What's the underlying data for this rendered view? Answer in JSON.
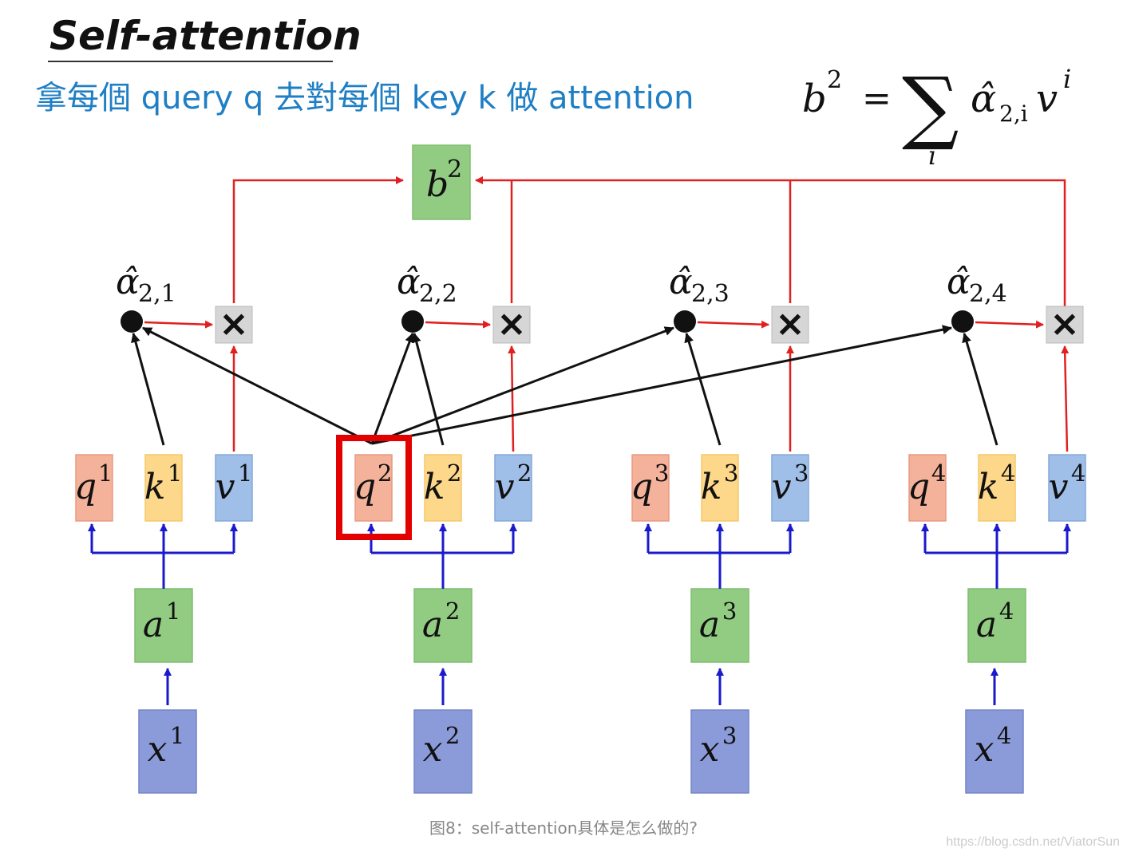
{
  "title": "Self-attention",
  "subtitle": "拿每個 query q 去對每個 key k 做 attention",
  "formula": {
    "lhs_base": "b",
    "lhs_sup": "2",
    "equals": "=",
    "sum": "∑",
    "sum_index": "i",
    "alpha": "α̂",
    "alpha_sub": "2,i",
    "v_base": "v",
    "v_sup": "i"
  },
  "output_node": {
    "base": "b",
    "sup": "2"
  },
  "columns": [
    {
      "x": {
        "base": "x",
        "sup": "1"
      },
      "a": {
        "base": "a",
        "sup": "1"
      },
      "q": {
        "base": "q",
        "sup": "1"
      },
      "k": {
        "base": "k",
        "sup": "1"
      },
      "v": {
        "base": "v",
        "sup": "1"
      },
      "alpha": {
        "base": "α̂",
        "sub": "2,1"
      }
    },
    {
      "x": {
        "base": "x",
        "sup": "2"
      },
      "a": {
        "base": "a",
        "sup": "2"
      },
      "q": {
        "base": "q",
        "sup": "2"
      },
      "k": {
        "base": "k",
        "sup": "2"
      },
      "v": {
        "base": "v",
        "sup": "2"
      },
      "alpha": {
        "base": "α̂",
        "sub": "2,2"
      }
    },
    {
      "x": {
        "base": "x",
        "sup": "3"
      },
      "a": {
        "base": "a",
        "sup": "3"
      },
      "q": {
        "base": "q",
        "sup": "3"
      },
      "k": {
        "base": "k",
        "sup": "3"
      },
      "v": {
        "base": "v",
        "sup": "3"
      },
      "alpha": {
        "base": "α̂",
        "sub": "2,3"
      }
    },
    {
      "x": {
        "base": "x",
        "sup": "4"
      },
      "a": {
        "base": "a",
        "sup": "4"
      },
      "q": {
        "base": "q",
        "sup": "4"
      },
      "k": {
        "base": "k",
        "sup": "4"
      },
      "v": {
        "base": "v",
        "sup": "4"
      },
      "alpha": {
        "base": "α̂",
        "sub": "2,4"
      }
    }
  ],
  "multiply_symbol": "✕",
  "highlight_column": 1,
  "caption": "图8：self-attention具体是怎么做的?",
  "watermark": "https://blog.csdn.net/ViatorSun",
  "colors": {
    "title": "#111111",
    "subtitle": "#1f7fc4",
    "q_fill": "#f4b29a",
    "q_stroke": "#e89a80",
    "k_fill": "#fdd78a",
    "k_stroke": "#f5c86a",
    "v_fill": "#9fbfe8",
    "v_stroke": "#86a9d8",
    "a_fill": "#92cc82",
    "a_stroke": "#7fbd6f",
    "x_fill": "#8b9ad8",
    "x_stroke": "#7584c8",
    "b_fill": "#92cc82",
    "mult_fill": "#d6d6d6",
    "red_line": "#e02020",
    "blue_line": "#1a1acc",
    "black_line": "#111111",
    "highlight": "#e30000",
    "caption": "#888888",
    "watermark": "#cccccc"
  }
}
